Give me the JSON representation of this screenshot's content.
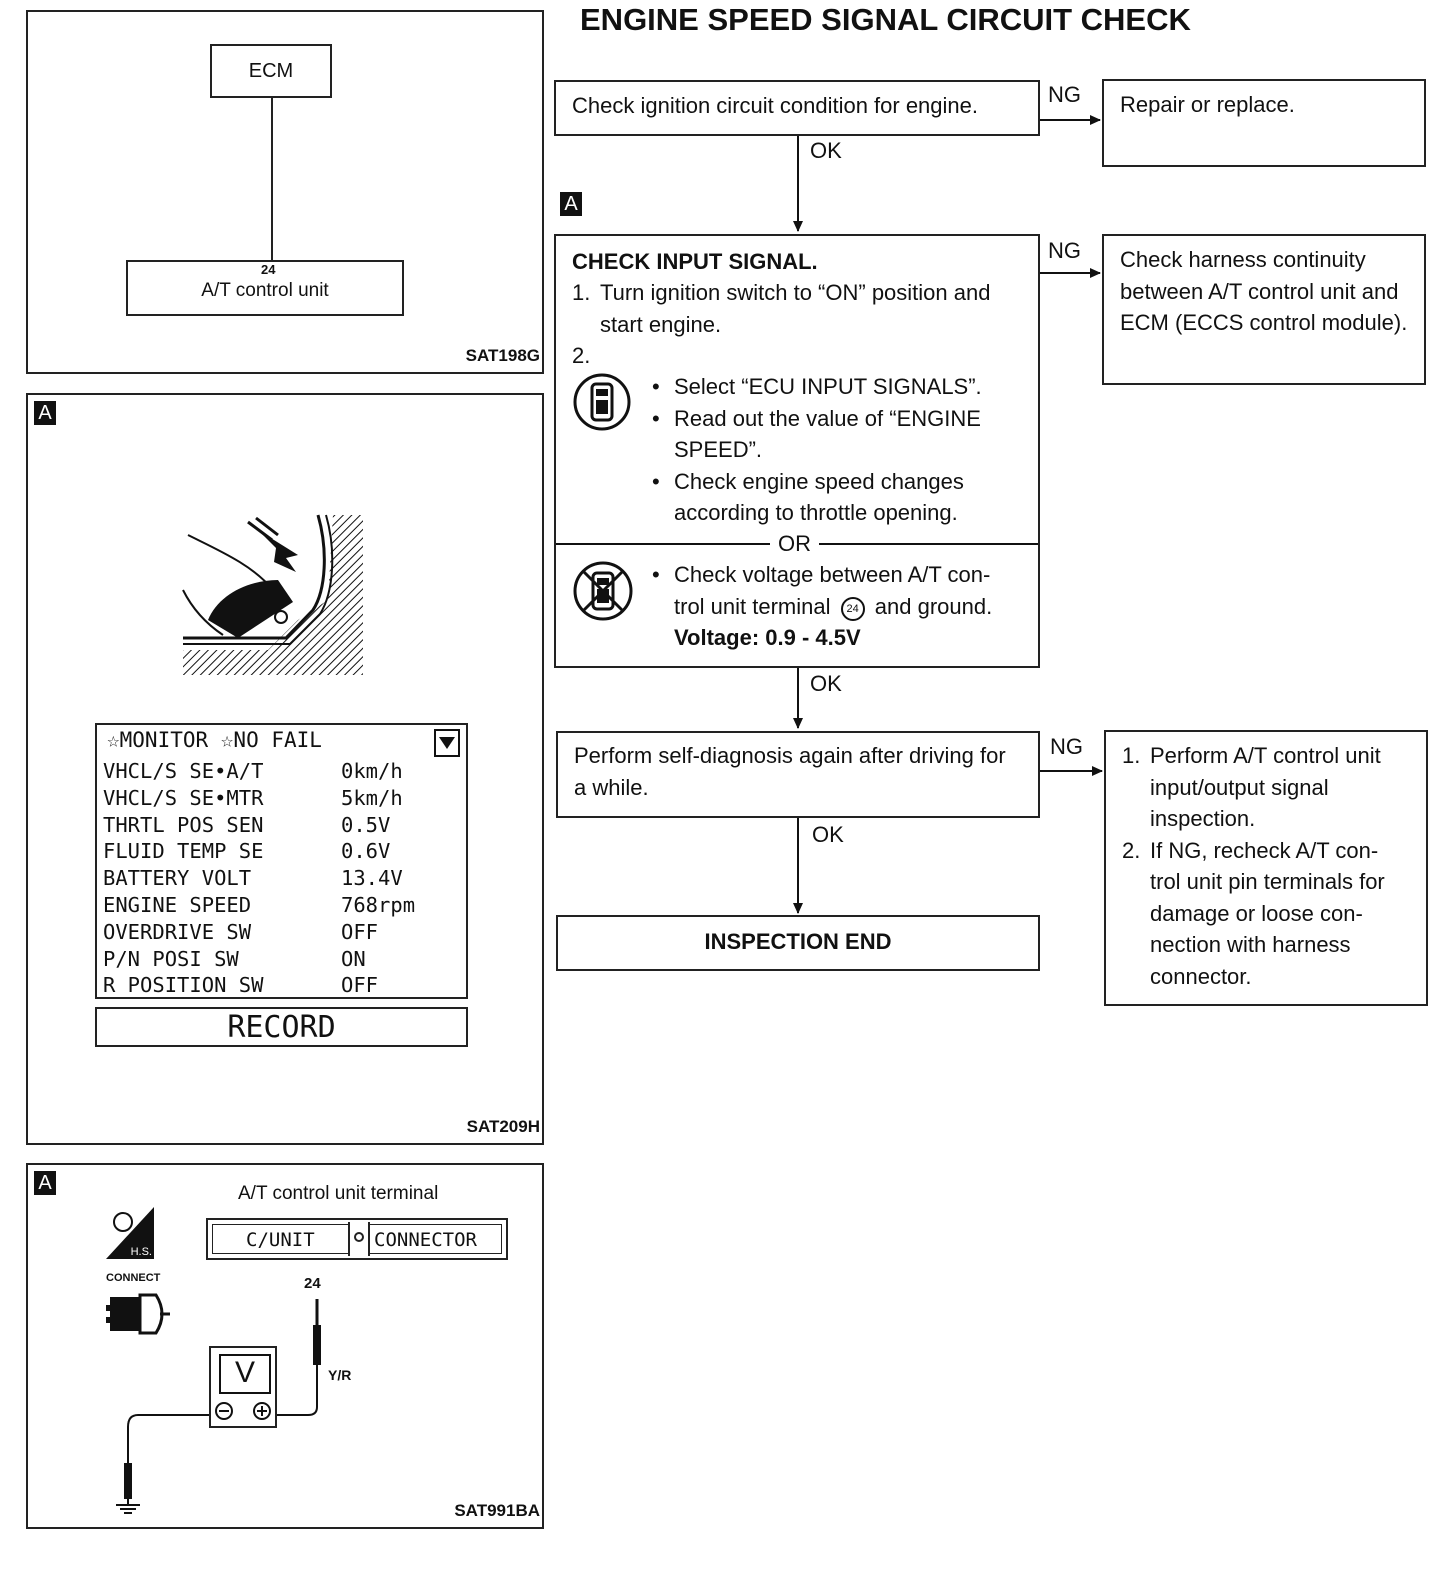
{
  "title": "ENGINE SPEED SIGNAL CIRCUIT CHECK",
  "diagram_ecm": {
    "ecm_label": "ECM",
    "pin": "24",
    "unit_label": "A/T control unit",
    "code": "SAT198G"
  },
  "consult_panel": {
    "tag": "A",
    "code": "SAT209H",
    "header": "☆MONITOR ☆NO FAIL",
    "rows": [
      {
        "name": "VHCL/S SE•A/T",
        "value": "0km/h"
      },
      {
        "name": "VHCL/S SE•MTR",
        "value": "5km/h"
      },
      {
        "name": "THRTL POS SEN",
        "value": "0.5V"
      },
      {
        "name": "FLUID TEMP SE",
        "value": "0.6V"
      },
      {
        "name": "BATTERY VOLT",
        "value": "13.4V"
      },
      {
        "name": "ENGINE SPEED",
        "value": "768rpm"
      },
      {
        "name": "OVERDRIVE SW",
        "value": "OFF"
      },
      {
        "name": "P/N POSI SW",
        "value": "ON"
      },
      {
        "name": "R POSITION SW",
        "value": "OFF"
      }
    ],
    "record_label": "RECORD"
  },
  "terminal_panel": {
    "tag": "A",
    "title": "A/T control unit terminal",
    "cunit_label": "C/UNIT",
    "connector_label": "CONNECTOR",
    "hs_label": "H.S.",
    "connect_label": "CONNECT",
    "pin": "24",
    "wire_color": "Y/R",
    "meter_label": "V",
    "code": "SAT991BA"
  },
  "flow": {
    "step1": "Check ignition circuit condition for engine.",
    "step1_ng_result": "Repair or replace.",
    "tag": "A",
    "step2_title": "CHECK INPUT SIGNAL.",
    "step2_item1_num": "1.",
    "step2_item1": "Turn ignition switch to “ON” position and start engine.",
    "step2_item2_num": "2.",
    "step2_bullets": [
      "Select “ECU INPUT SIGNALS”.",
      "Read out the value of “ENGINE SPEED”.",
      "Check engine speed changes according to throttle opening."
    ],
    "or_label": "OR",
    "step2_alt_bullet_a": "Check voltage between A/T con- trol unit terminal",
    "step2_alt_terminal": "24",
    "step2_alt_bullet_b": "and ground.",
    "step2_voltage": "Voltage: 0.9 - 4.5V",
    "step2_ng_result": "Check harness continuity between A/T control unit and ECM (ECCS control module).",
    "step3": "Perform self-diagnosis again after driving for a while.",
    "step3_ng_items": [
      "Perform A/T control unit input/output signal inspection.",
      "If NG, recheck A/T con- trol unit pin terminals for damage or loose con- nection with harness connector."
    ],
    "end": "INSPECTION END",
    "ng_label": "NG",
    "ok_label": "OK"
  }
}
